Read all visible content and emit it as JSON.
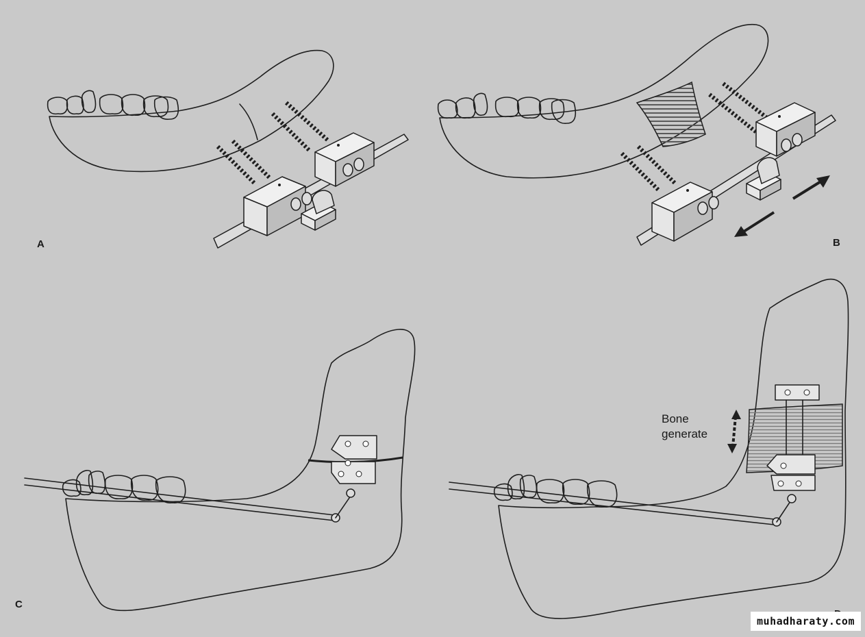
{
  "panels": {
    "a": {
      "label": "A"
    },
    "b": {
      "label": "B"
    },
    "c": {
      "label": "C"
    },
    "d": {
      "label": "D"
    }
  },
  "annotation": {
    "bone_generate_line1": "Bone",
    "bone_generate_line2": "generate"
  },
  "watermark": "muhadharaty.com",
  "colors": {
    "background": "#c9c9c9",
    "ink": "#1f1f1f",
    "hatch": "#6a6a6a"
  },
  "icons": {
    "distraction_arrow_b": "double-arrow-horizontal",
    "distraction_arrow_d": "double-arrow-vertical"
  }
}
